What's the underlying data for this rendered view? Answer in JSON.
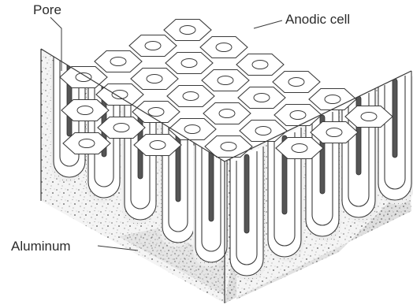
{
  "labels": {
    "pore": "Pore",
    "anodic_cell": "Anodic cell",
    "aluminum": "Aluminum"
  },
  "colors": {
    "background": "#ffffff",
    "line": "#3a3a3a",
    "pore": "#555555",
    "aluminum_texture": "#9a9a9a",
    "barrier_layer": "#e6e6e6"
  }
}
